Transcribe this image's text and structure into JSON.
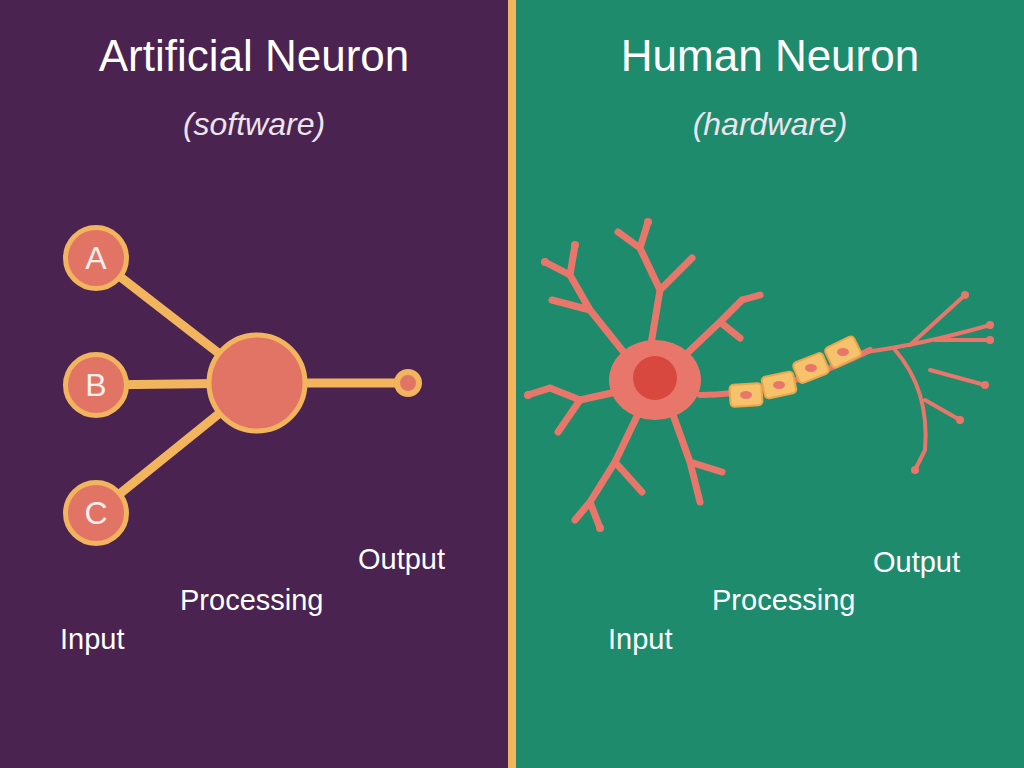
{
  "diagram": {
    "nodes": [
      {
        "text": [
          "Artificial Neuron",
          "(software)"
        ]
      },
      {
        "text": [
          "A"
        ],
        "in": 0
      },
      {
        "text": [
          "B"
        ],
        "in": 0
      },
      {
        "text": [
          "C"
        ],
        "in": 0
      },
      {
        "text": [
          "Human Neuron",
          "(hardware)"
        ]
      }
    ],
    "labels": [
      "Input",
      "Processing",
      "Output",
      "Input",
      "Processing",
      "Output"
    ]
  }
}
